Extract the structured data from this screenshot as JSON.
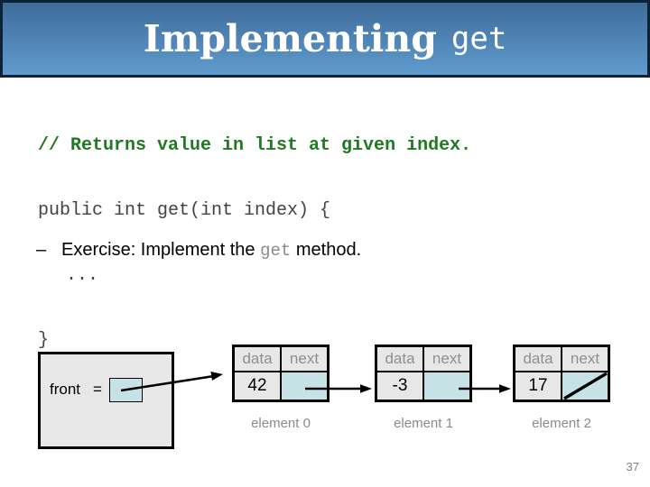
{
  "header": {
    "title_main": "Implementing",
    "title_code": "get"
  },
  "code_block": {
    "comment": "// Returns value in list at given index.",
    "signature": "public int get(int index) {",
    "body": "...",
    "close": "}"
  },
  "bullet": {
    "marker": "–",
    "before": "Exercise: Implement the",
    "code": "get",
    "after": "method."
  },
  "diagram": {
    "front_label": "front",
    "front_equals": "=",
    "cell_headers": {
      "data": "data",
      "next": "next"
    },
    "nodes": [
      {
        "value": "42",
        "label": "element 0",
        "next": "pointer-to-element-1"
      },
      {
        "value": "-3",
        "label": "element 1",
        "next": "pointer-to-element-2"
      },
      {
        "value": "17",
        "label": "element 2",
        "next": "null"
      }
    ]
  },
  "footer": {
    "page_number": "37"
  },
  "colors": {
    "header_gradient_top": "#3e6c9b",
    "header_gradient_bottom": "#609bce",
    "header_border": "#0e2236",
    "comment_green": "#1e7a1e",
    "code_gray": "#424242",
    "inline_code_gray": "#8c8c8c",
    "cell_gray": "#e7e7e7",
    "cell_teal": "#c6e2e6",
    "muted_text": "#8a8a8a",
    "text_black": "#000000"
  }
}
